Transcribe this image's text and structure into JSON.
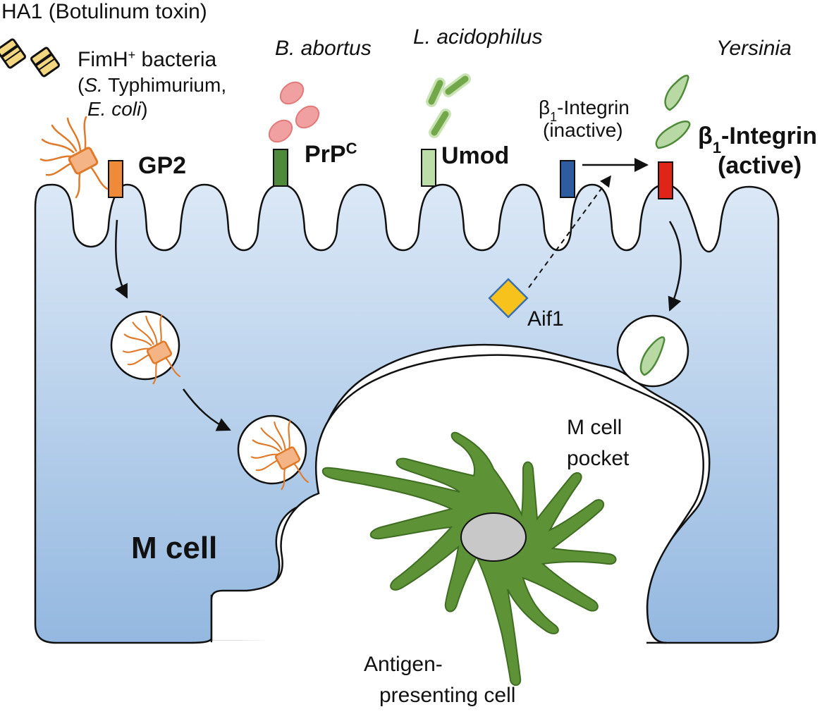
{
  "labels": {
    "ha1": "HA1 (Botulinum toxin)",
    "fimh_prefix": "FimH",
    "fimh_sup": "+",
    "fimh_suffix": " bacteria",
    "species_open": "(",
    "s_abbrev": "S.",
    "s_rest": " Typhimurium,",
    "e_abbrev": "E. coli",
    "species_close": ")",
    "b_abortus": "B. abortus",
    "l_acidophilus": "L. acidophilus",
    "yersinia": "Yersinia",
    "gp2": "GP2",
    "prpc_main": "PrP",
    "prpc_sup": "C",
    "umod": "Umod",
    "beta": "β",
    "sub_one": "1",
    "integrin_suffix": "-Integrin",
    "inactive": "(inactive)",
    "active": "(active)",
    "aif1": "Aif1",
    "m_cell": "M cell",
    "pocket_line1": "M cell",
    "pocket_line2": "pocket",
    "apc_line1": "Antigen-",
    "apc_line2": "presenting cell"
  },
  "colors": {
    "cell_top": "#dbe8f6",
    "cell_bottom": "#94b8e0",
    "gp2": "#ee8a3a",
    "prpc": "#4f8a3a",
    "umod": "#bcdca8",
    "integrin_inactive": "#2f5c9e",
    "integrin_active": "#e02418",
    "aif1": "#f7c21c",
    "aif1_border": "#3a6fb0",
    "b_abortus": "#f0a0a0",
    "lacto": "#73a84a",
    "yersinia": "#b9d9a4",
    "fimh_bacteria": "#e07a2a",
    "apc": "#5e9236",
    "apc_nucleus": "#c8c8c8",
    "ha1": "#f2d680"
  },
  "icons": {
    "ha1_toxin": "ha1-toxin-icon",
    "fimh_bacterium": "fimh-bacterium-icon",
    "b_abortus_bacterium": "b-abortus-icon",
    "lacto_bacterium": "lactobacillus-icon",
    "yersinia_bacterium": "yersinia-icon",
    "aif1_marker": "aif1-diamond-icon",
    "apc_cell": "antigen-presenting-cell-icon"
  }
}
